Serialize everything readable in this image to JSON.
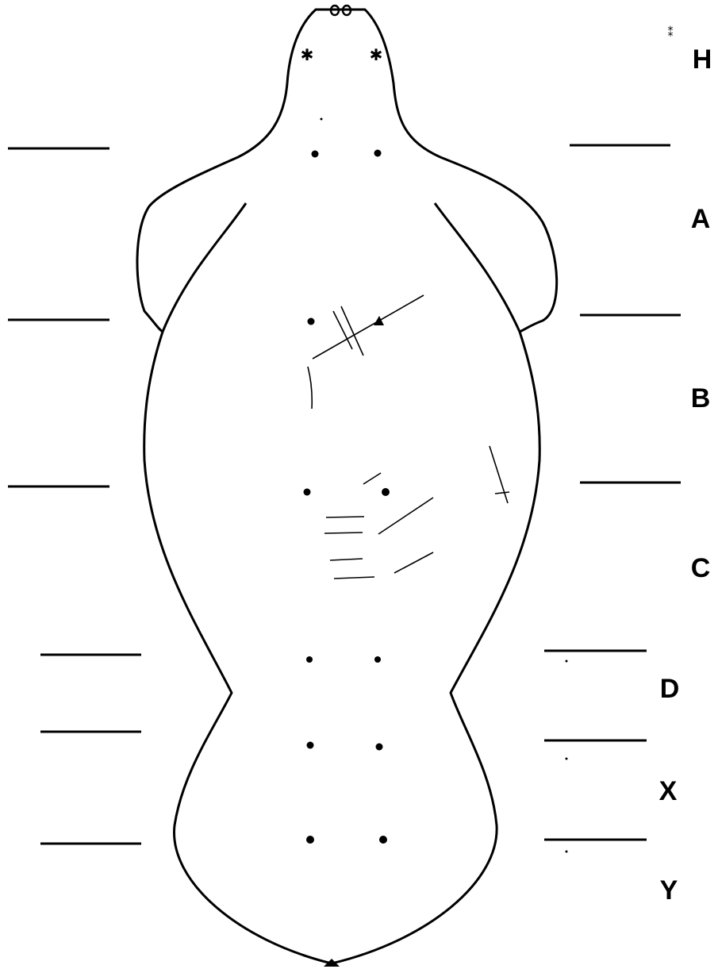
{
  "diagram": {
    "regions": [
      {
        "id": "h",
        "label": "H"
      },
      {
        "id": "a",
        "label": "A"
      },
      {
        "id": "b",
        "label": "B"
      },
      {
        "id": "c",
        "label": "C"
      },
      {
        "id": "d",
        "label": "D"
      },
      {
        "id": "x",
        "label": "X"
      },
      {
        "id": "y",
        "label": "Y"
      }
    ],
    "colors": {
      "ink": "#000000",
      "background": "#ffffff"
    }
  }
}
